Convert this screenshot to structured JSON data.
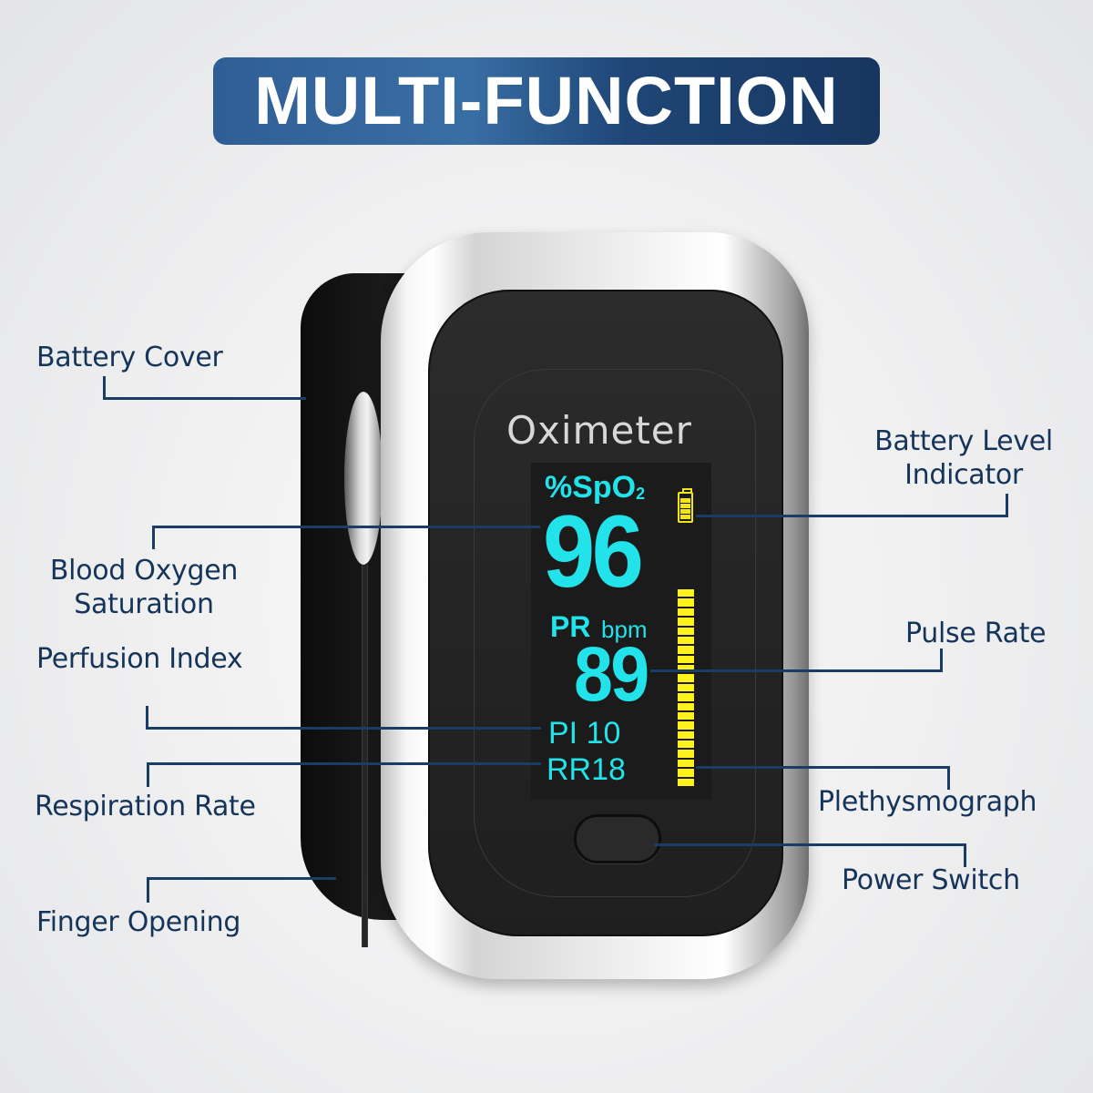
{
  "banner": {
    "title": "MULTI-FUNCTION"
  },
  "device": {
    "brand": "Oximeter",
    "display": {
      "spo2_label": "%SpO",
      "spo2_label_sub": "2",
      "spo2_value": "96",
      "pr_label": "PR",
      "pr_unit": "bpm",
      "pr_value": "89",
      "pi_text": "PI 10",
      "rr_text": "RR18",
      "battery_bars": 4,
      "pleth_segments": 21,
      "colors": {
        "reading": "#22e2ea",
        "indicator": "#fff21c",
        "screen": "#1b1b1b"
      }
    }
  },
  "callouts": {
    "battery_cover": "Battery Cover",
    "blood_oxygen_line1": "Blood Oxygen",
    "blood_oxygen_line2": "Saturation",
    "perfusion_index": "Perfusion Index",
    "respiration_rate": "Respiration Rate",
    "finger_opening": "Finger Opening",
    "battery_level_line1": "Battery Level",
    "battery_level_line2": "Indicator",
    "pulse_rate": "Pulse Rate",
    "plethysmograph": "Plethysmograph",
    "power_switch": "Power Switch"
  },
  "colors": {
    "banner": "#2f5e94",
    "label": "#15345a",
    "line": "#1a3d66"
  }
}
